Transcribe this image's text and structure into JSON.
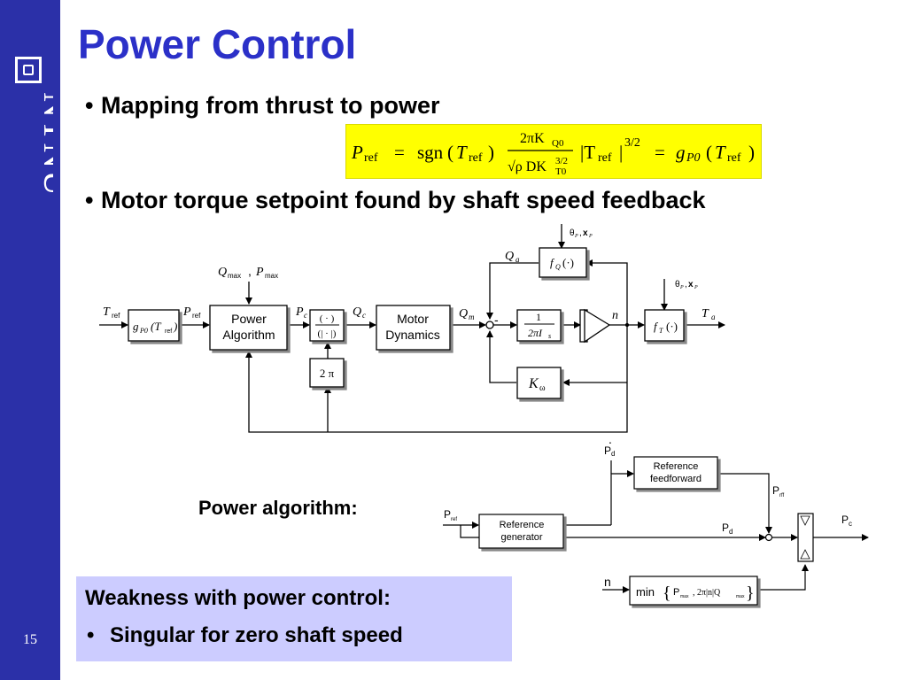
{
  "slide": {
    "title": "Power Control",
    "number": "15",
    "brand": "NTNU",
    "colors": {
      "sidebar": "#2b30a8",
      "title": "#2b30c8",
      "formula_bg": "#ffff00",
      "weakness_bg": "#ccccff"
    }
  },
  "bullets": [
    {
      "text": "Mapping from thrust to power"
    },
    {
      "text": "Motor torque setpoint found by shaft speed feedback"
    }
  ],
  "formula": {
    "p_ref": "P",
    "ref_sub": "ref",
    "eq1": "=",
    "sgn": "sgn",
    "lparen1": "(",
    "t": "T",
    "rparen1": ")",
    "num": "2πK",
    "num_sub": "Q0",
    "den_sqrt": "√ρ DK",
    "den_exp": "3/2",
    "den_sub": "T0",
    "abs_t": "|T",
    "abs_close": "|",
    "pow": "3/2",
    "eq2": "=",
    "g": "g",
    "g_sub": "P0",
    "lparen2": "(",
    "t2": "T",
    "rparen2": ")"
  },
  "diagram": {
    "labels": {
      "t_ref": "T",
      "t_ref_sub": "ref",
      "g_block": "g",
      "g_block_sub": "P0",
      "g_block_arg": "(T",
      "g_block_arg_sub": "ref",
      "g_block_close": ")",
      "p_ref": "P",
      "p_ref_sub": "ref",
      "qmax_pmax": "Q",
      "qmax_sub": "max",
      "comma": ",",
      "pmax": "P",
      "pmax_sub": "max",
      "power_alg_1": "Power",
      "power_alg_2": "Algorithm",
      "p_c": "P",
      "p_c_sub": "c",
      "div_top": "( · )",
      "div_bottom": "(| · |)",
      "two_pi": "2 π",
      "q_c": "Q",
      "q_c_sub": "c",
      "motor_1": "Motor",
      "motor_2": "Dynamics",
      "q_m": "Q",
      "q_m_sub": "m",
      "minus": "-",
      "inertia_num": "1",
      "inertia_den": "2πI",
      "inertia_sub": "s",
      "n": "n",
      "q_a": "Q",
      "q_a_sub": "a",
      "fq": "f",
      "fq_sub": "Q",
      "fq_arg": "(·)",
      "theta_x_top": "θ",
      "theta_sub": "P",
      "theta_comma": ",",
      "x": "x",
      "x_sub": "P",
      "theta_x_right": "θ",
      "ft": "f",
      "ft_sub": "T",
      "ft_arg": "(·)",
      "t_a": "T",
      "t_a_sub": "a",
      "k_omega": "K",
      "k_omega_sub": "ω"
    },
    "power_alg_labels": {
      "pd_dot": "P",
      "pd_dot_sub": "d",
      "ref_ff_1": "Reference",
      "ref_ff_2": "feedforward",
      "p_rff": "P",
      "p_rff_sub": "rff",
      "p_ref": "P",
      "p_ref_sub": "ref",
      "ref_gen_1": "Reference",
      "ref_gen_2": "generator",
      "p_d": "P",
      "p_d_sub": "d",
      "p_c": "P",
      "p_c_sub": "c",
      "n": "n",
      "min_text": "min",
      "min_args": "P",
      "min_args_sub": "max",
      "min_args_rest": ", 2π|n|Q",
      "min_args_sub2": "max"
    }
  },
  "power_algorithm_label": "Power algorithm:",
  "weakness": {
    "title": "Weakness with power control:",
    "items": [
      "Singular for zero shaft speed"
    ]
  }
}
